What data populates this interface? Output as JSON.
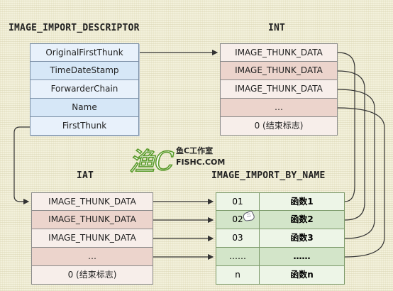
{
  "titles": {
    "descriptor": "IMAGE_IMPORT_DESCRIPTOR",
    "int": "INT",
    "iat": "IAT",
    "by_name": "IMAGE_IMPORT_BY_NAME"
  },
  "descriptor_fields": [
    "OriginalFirstThunk",
    "TimeDateStamp",
    "ForwarderChain",
    "Name",
    "FirstThunk"
  ],
  "int_rows": [
    "IMAGE_THUNK_DATA",
    "IMAGE_THUNK_DATA",
    "IMAGE_THUNK_DATA",
    "…",
    "0 (结束标志)"
  ],
  "iat_rows": [
    "IMAGE_THUNK_DATA",
    "IMAGE_THUNK_DATA",
    "IMAGE_THUNK_DATA",
    "…",
    "0 (结束标志)"
  ],
  "by_name_rows": [
    {
      "hint": "01",
      "name": "函数1"
    },
    {
      "hint": "02",
      "name": "函数2"
    },
    {
      "hint": "03",
      "name": "函数3"
    },
    {
      "hint": "……",
      "name": "……"
    },
    {
      "hint": "n",
      "name": "函数n"
    }
  ],
  "watermark": {
    "brand": "鱼C工作室",
    "site": "FISHC.COM",
    "script_mark": "渔C"
  },
  "colors": {
    "descriptor": "#d6e7f7",
    "thunk_dark": "#ecd4cc",
    "by_name_dark": "#d3e5c9",
    "connector": "#444444"
  }
}
